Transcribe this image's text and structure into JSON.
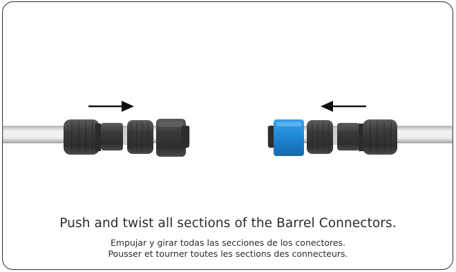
{
  "instructions": {
    "english": "Push and twist all sections of the Barrel Connectors.",
    "spanish": "Empujar y girar todas las secciones de los conectores.",
    "french": "Pousser et tourner toutes les sections des connecteurs."
  },
  "illustration": {
    "left_arrow_direction": "right",
    "right_arrow_direction": "left",
    "colors": {
      "connector_dark": "#3a3a3a",
      "connector_highlight": "#6a6a6a",
      "blue_ring": "#1f86d6",
      "tube": "#e9e9e9",
      "tube_edge": "#8c8c8c"
    }
  }
}
